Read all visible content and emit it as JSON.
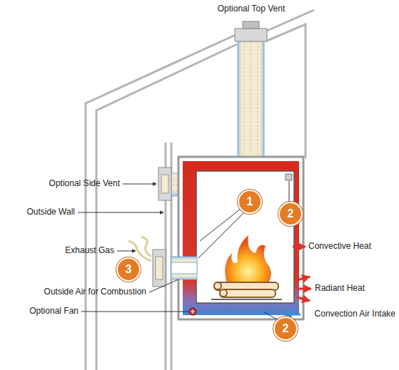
{
  "diagram": {
    "nodes": [
      {
        "text": [
          "1"
        ]
      },
      {
        "text": [
          "2"
        ]
      },
      {
        "text": [
          "3"
        ]
      },
      {
        "text": [
          "2"
        ]
      }
    ],
    "labels": [
      "Optional Top Vent",
      "Optional Side Vent",
      "Outside Wall",
      "Exhaust Gas",
      "Outside Air for Combustion",
      "Optional Fan",
      "Convective Heat",
      "Radiant Heat",
      "Convection Air Intake"
    ]
  }
}
